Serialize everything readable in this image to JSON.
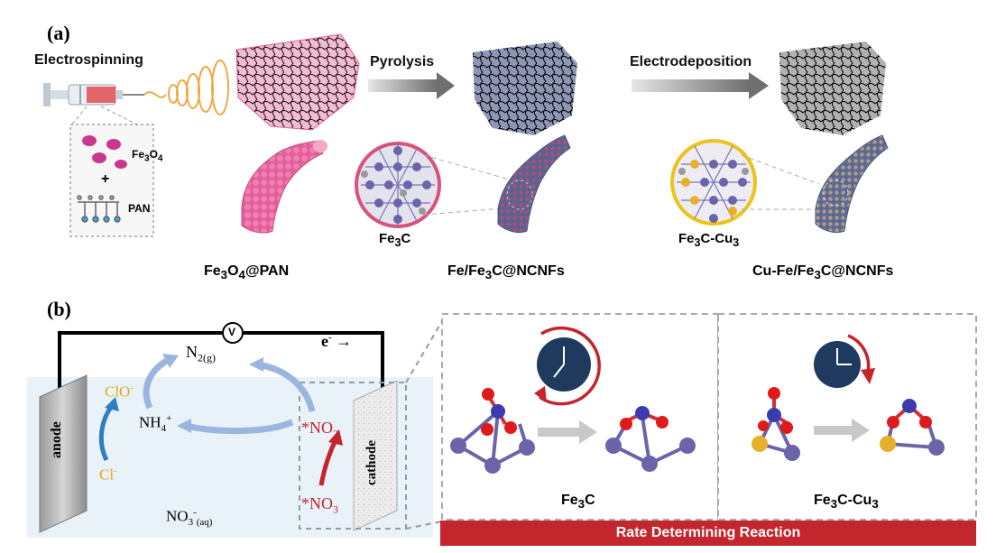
{
  "panel_a": {
    "letter": "(a)",
    "electrospinning": "Electrospinning",
    "pyrolysis": "Pyrolysis",
    "electrodeposition": "Electrodeposition",
    "inset_fe3o4_base": "Fe",
    "inset_fe3o4_sub1": "3",
    "inset_fe3o4_mid": "O",
    "inset_fe3o4_sub2": "4",
    "inset_plus": "+",
    "inset_pan": "PAN",
    "circle1_base": "Fe",
    "circle1_sub": "3",
    "circle1_tail": "C",
    "circle2_base": "Fe",
    "circle2_sub": "3",
    "circle2_tail": "C-Cu",
    "circle2_sub2": "3",
    "product1_a": "Fe",
    "product1_s1": "3",
    "product1_b": "O",
    "product1_s2": "4",
    "product1_c": "@PAN",
    "product2_a": "Fe/Fe",
    "product2_s": "3",
    "product2_b": "C@NCNFs",
    "product3_a": "Cu-Fe/Fe",
    "product3_s": "3",
    "product3_b": "C@NCNFs"
  },
  "panel_b": {
    "letter": "(b)",
    "voltmeter": "V",
    "electron": "e",
    "electron_sup": "-",
    "electron_arrow": "→",
    "n2_base": "N",
    "n2_sub": "2(g)",
    "nh4_base": "NH",
    "nh4_sub": "4",
    "nh4_sup": "+",
    "clo_base": "ClO",
    "clo_sup": "-",
    "cl_base": "Cl",
    "cl_sup": "-",
    "no2_base": "*NO",
    "no2_sub": "2",
    "no3_base": "*NO",
    "no3_sub": "3",
    "no3aq_base": "NO",
    "no3aq_sub": "3",
    "no3aq_sup": "-",
    "no3aq_tail": "(aq)",
    "anode": "anode",
    "cathode": "cathode",
    "box1_base": "Fe",
    "box1_sub": "3",
    "box1_tail": "C",
    "box2_base": "Fe",
    "box2_sub": "3",
    "box2_tail": "C-Cu",
    "box2_sub2": "3",
    "rate_banner": "Rate Determining Reaction"
  },
  "colors": {
    "pink": "#e0508f",
    "navy": "#1f3a5f",
    "fiber_blue": "#55658a",
    "atom_purple": "#7b74b4",
    "atom_red": "#e01a1a",
    "atom_yellow": "#e6b02a",
    "arrow_blue": "#9ab5de",
    "arrow_red": "#c4242b",
    "banner_red": "#c3262d",
    "yellow_text": "#e5a51a"
  }
}
